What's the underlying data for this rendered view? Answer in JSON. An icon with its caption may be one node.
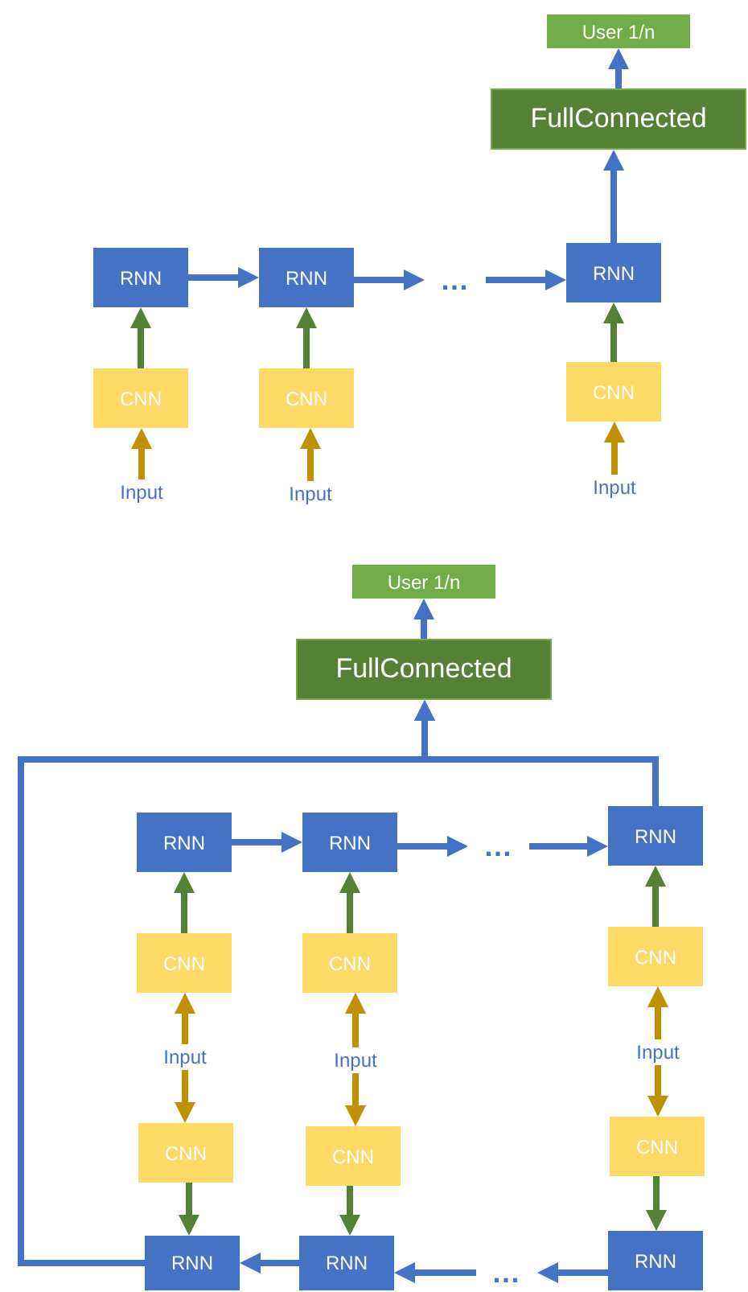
{
  "diagram": {
    "nodes": [
      {
        "text": [
          "User 1/n"
        ]
      },
      {
        "text": [
          "FullConnected"
        ]
      },
      {
        "text": [
          "RNN"
        ]
      },
      {
        "text": [
          "RNN"
        ]
      },
      {
        "text": [
          "…"
        ]
      },
      {
        "text": [
          "RNN"
        ]
      },
      {
        "text": [
          "CNN"
        ]
      },
      {
        "text": [
          "CNN"
        ]
      },
      {
        "text": [
          "CNN"
        ]
      },
      {
        "text": [
          "Input"
        ]
      },
      {
        "text": [
          "Input"
        ]
      },
      {
        "text": [
          "Input"
        ]
      },
      {
        "text": [
          "User 1/n"
        ]
      },
      {
        "text": [
          "FullConnected"
        ]
      },
      {
        "text": [
          "RNN"
        ]
      },
      {
        "text": [
          "RNN"
        ]
      },
      {
        "text": [
          "…"
        ]
      },
      {
        "text": [
          "RNN"
        ]
      },
      {
        "text": [
          "CNN"
        ]
      },
      {
        "text": [
          "CNN"
        ]
      },
      {
        "text": [
          "CNN"
        ]
      },
      {
        "text": [
          "Input"
        ]
      },
      {
        "text": [
          "Input"
        ]
      },
      {
        "text": [
          "Input"
        ]
      },
      {
        "text": [
          "CNN"
        ]
      },
      {
        "text": [
          "CNN"
        ]
      },
      {
        "text": [
          "CNN"
        ]
      },
      {
        "text": [
          "RNN"
        ]
      },
      {
        "text": [
          "RNN"
        ]
      },
      {
        "text": [
          "…"
        ]
      },
      {
        "text": [
          "RNN"
        ]
      }
    ],
    "edges": [
      {
        "from": 9,
        "to": 6,
        "arrow": "to",
        "color": "#bf9000"
      },
      {
        "from": 10,
        "to": 7,
        "arrow": "to",
        "color": "#bf9000"
      },
      {
        "from": 11,
        "to": 8,
        "arrow": "to",
        "color": "#bf9000"
      },
      {
        "from": 6,
        "to": 2,
        "arrow": "to",
        "color": "#548235"
      },
      {
        "from": 7,
        "to": 3,
        "arrow": "to",
        "color": "#548235"
      },
      {
        "from": 8,
        "to": 5,
        "arrow": "to",
        "color": "#548235"
      },
      {
        "from": 2,
        "to": 3,
        "arrow": "to"
      },
      {
        "from": 3,
        "to": 4,
        "arrow": "to"
      },
      {
        "from": 4,
        "to": 5,
        "arrow": "to"
      },
      {
        "from": 5,
        "to": 1,
        "arrow": "to"
      },
      {
        "from": 1,
        "to": 0,
        "arrow": "to"
      },
      {
        "from": 14,
        "to": 15,
        "arrow": "to"
      },
      {
        "from": 15,
        "to": 16,
        "arrow": "to"
      },
      {
        "from": 16,
        "to": 17,
        "arrow": "to"
      },
      {
        "from": 21,
        "to": 18,
        "arrow": "to",
        "color": "#bf9000"
      },
      {
        "from": 22,
        "to": 19,
        "arrow": "to",
        "color": "#bf9000"
      },
      {
        "from": 23,
        "to": 20,
        "arrow": "to",
        "color": "#bf9000"
      },
      {
        "from": 18,
        "to": 14,
        "arrow": "to",
        "color": "#548235"
      },
      {
        "from": 19,
        "to": 15,
        "arrow": "to",
        "color": "#548235"
      },
      {
        "from": 20,
        "to": 17,
        "arrow": "to",
        "color": "#548235"
      },
      {
        "from": 21,
        "to": 24,
        "arrow": "to",
        "color": "#bf9000"
      },
      {
        "from": 22,
        "to": 25,
        "arrow": "to",
        "color": "#bf9000"
      },
      {
        "from": 23,
        "to": 26,
        "arrow": "to",
        "color": "#bf9000"
      },
      {
        "from": 24,
        "to": 27,
        "arrow": "to",
        "color": "#548235"
      },
      {
        "from": 25,
        "to": 28,
        "arrow": "to",
        "color": "#548235"
      },
      {
        "from": 26,
        "to": 30,
        "arrow": "to",
        "color": "#548235"
      },
      {
        "from": 30,
        "to": 29,
        "arrow": "to"
      },
      {
        "from": 29,
        "to": 28,
        "arrow": "to"
      },
      {
        "from": 28,
        "to": 27,
        "arrow": "to"
      },
      {
        "from": 27,
        "to": 13,
        "arrow": "to"
      },
      {
        "from": 17,
        "to": 13,
        "arrow": "to"
      },
      {
        "from": 13,
        "to": 12,
        "arrow": "to"
      }
    ]
  }
}
